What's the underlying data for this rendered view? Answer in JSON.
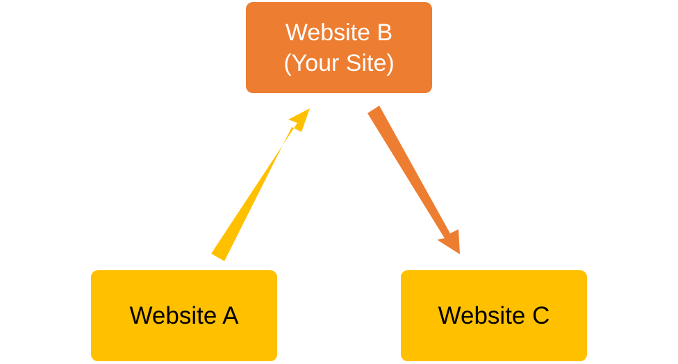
{
  "diagram": {
    "nodes": {
      "b": {
        "line1": "Website B",
        "line2": "(Your Site)"
      },
      "a": {
        "label": "Website A"
      },
      "c": {
        "label": "Website C"
      }
    },
    "edges": [
      {
        "from": "a",
        "to": "b"
      },
      {
        "from": "b",
        "to": "c"
      }
    ]
  },
  "colors": {
    "orange": "#ED7D31",
    "gold": "#FFC000"
  }
}
